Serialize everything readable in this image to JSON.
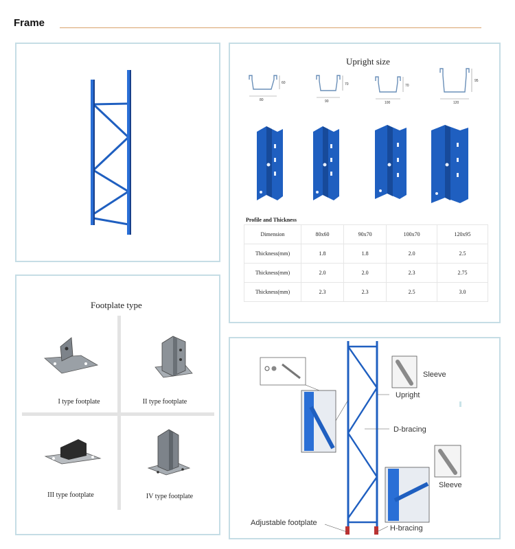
{
  "header": {
    "title": "Frame"
  },
  "upright_panel": {
    "title": "Upright size",
    "profile_dims": [
      {
        "width": "80",
        "depth": "60"
      },
      {
        "width": "90",
        "depth": "70"
      },
      {
        "width": "100",
        "depth": "70"
      },
      {
        "width": "120",
        "depth": "95"
      }
    ],
    "table_caption": "Profile and Thickness",
    "table": {
      "header": [
        "Dimension",
        "80x60",
        "90x70",
        "100x70",
        "120x95"
      ],
      "rows": [
        [
          "Thickness(mm)",
          "1.8",
          "1.8",
          "2.0",
          "2.5"
        ],
        [
          "Thickness(mm)",
          "2.0",
          "2.0",
          "2.3",
          "2.75"
        ],
        [
          "Thickness(mm)",
          "2.3",
          "2.3",
          "2.5",
          "3.0"
        ]
      ]
    }
  },
  "footplate_panel": {
    "title": "Footplate type",
    "types": [
      "I type footplate",
      "II type footplate",
      "III type footplate",
      "IV type footplate"
    ]
  },
  "components_panel": {
    "labels": {
      "sleeve_top": "Sleeve",
      "upright": "Upright",
      "d_bracing": "D-bracing",
      "sleeve_bottom": "Sleeve",
      "adjustable_footplate": "Adjustable footplate",
      "h_bracing": "H-bracing"
    }
  },
  "colors": {
    "frame_blue": "#1f5fc0",
    "panel_border": "#c5dde5",
    "header_line": "#d9a26a"
  }
}
